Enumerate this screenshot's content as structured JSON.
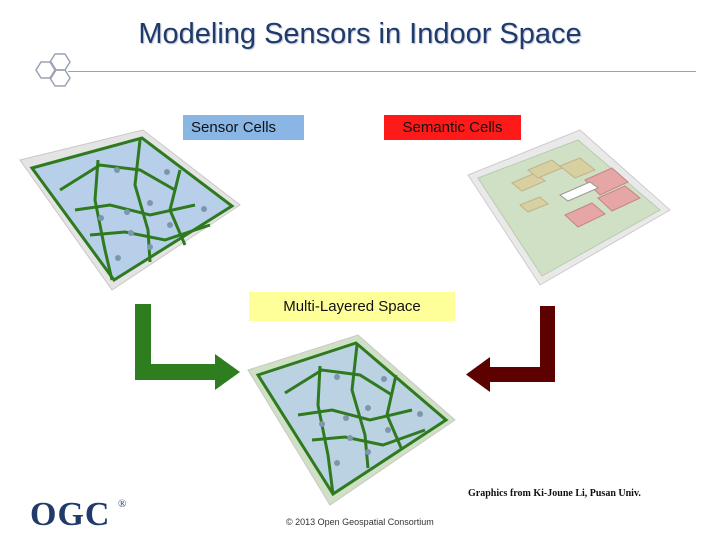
{
  "title": "Modeling Sensors in Indoor Space",
  "labels": {
    "sensor_cells": "Sensor Cells",
    "semantic_cells": "Semantic Cells",
    "multi_layered": "Multi-Layered Space"
  },
  "credit": "Graphics from Ki-Joune Li, Pusan Univ.",
  "logo": {
    "text": "OGC",
    "reg": "®"
  },
  "footer": "© 2013 Open Geospatial Consortium",
  "colors": {
    "title": "#1f3a6b",
    "sensor_label_bg": "#8ab6e6",
    "semantic_label_bg": "#ff1a1a",
    "multi_label_bg": "#ffff99",
    "sensor_arrow": "#2e7d1e",
    "semantic_arrow": "#5c0000",
    "cell_outline": "#2f7a1f",
    "cell_fill": "#b7cfe8",
    "semantic_fill": "#cfe0c4"
  }
}
